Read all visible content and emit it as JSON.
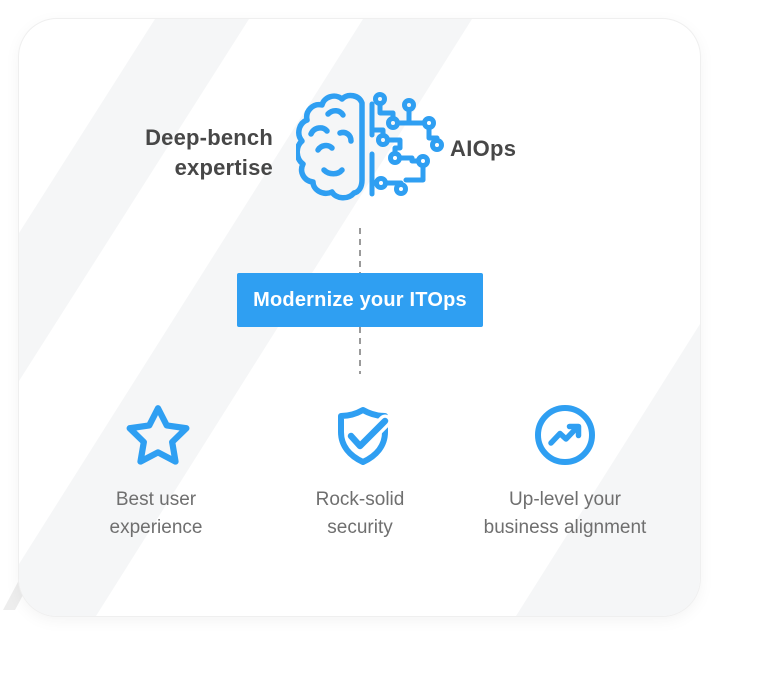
{
  "hero": {
    "left_lines": [
      "Deep-bench",
      "expertise"
    ],
    "right_label": "AIOps",
    "center_icon": "brain-ai-icon"
  },
  "cta": {
    "label": "Modernize your ITOps"
  },
  "features": [
    {
      "icon": "star-icon",
      "lines": [
        "Best user",
        "experience"
      ]
    },
    {
      "icon": "shield-check-icon",
      "lines": [
        "Rock-solid",
        "security"
      ]
    },
    {
      "icon": "trend-up-circle-icon",
      "lines": [
        "Up-level your",
        "business alignment"
      ]
    }
  ],
  "colors": {
    "accent_blue": "#2f9ff2",
    "heading_text": "#474747",
    "label_text": "#6f6f6f",
    "stripe": "#f5f6f7",
    "card_background": "#ffffff",
    "dashed_connector": "#9a9a9a"
  }
}
